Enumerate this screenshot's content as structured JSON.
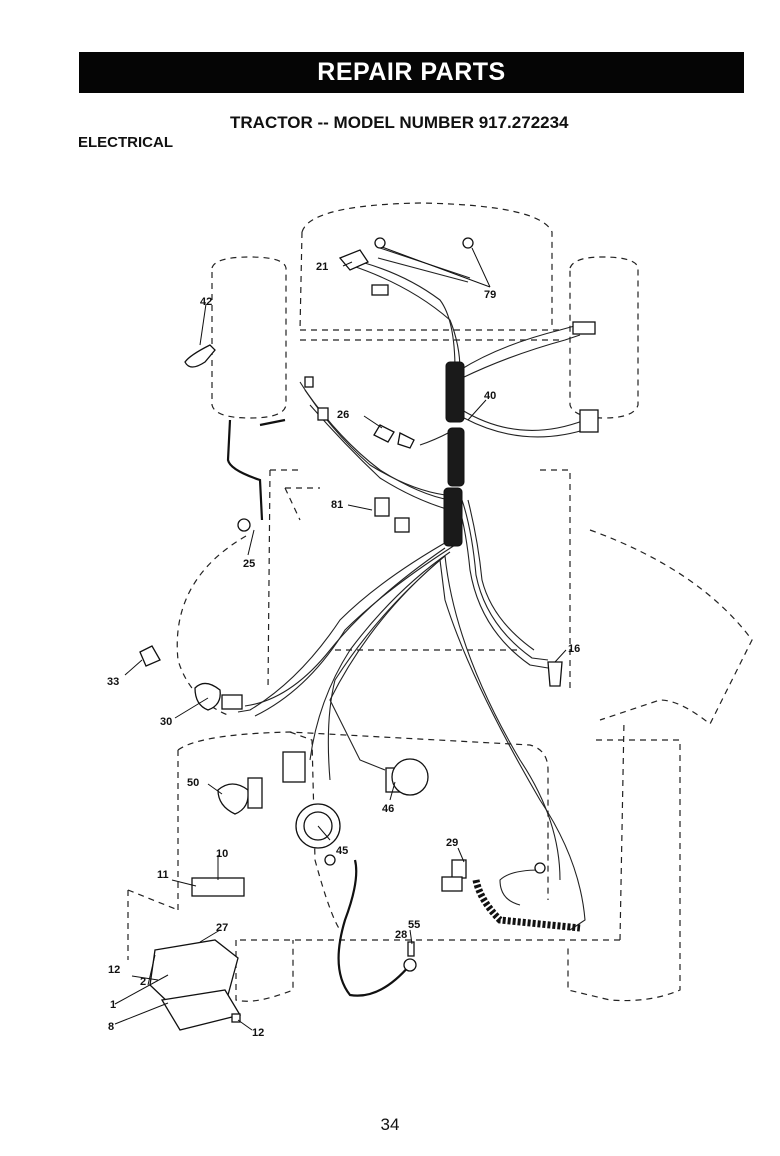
{
  "header": {
    "banner": "REPAIR PARTS",
    "model_title": "TRACTOR -- MODEL NUMBER 917.272234",
    "section": "ELECTRICAL"
  },
  "callouts": {
    "c21": "21",
    "c79": "79",
    "c42": "42",
    "c40": "40",
    "c26": "26",
    "c81": "81",
    "c25": "25",
    "c16": "16",
    "c33": "33",
    "c30": "30",
    "c50": "50",
    "c46": "46",
    "c10": "10",
    "c45": "45",
    "c29": "29",
    "c11": "11",
    "c27": "27",
    "c55": "55",
    "c28": "28",
    "c12a": "12",
    "c2": "2",
    "c1": "1",
    "c8": "8",
    "c12b": "12"
  },
  "footer": {
    "page_number": "34"
  }
}
